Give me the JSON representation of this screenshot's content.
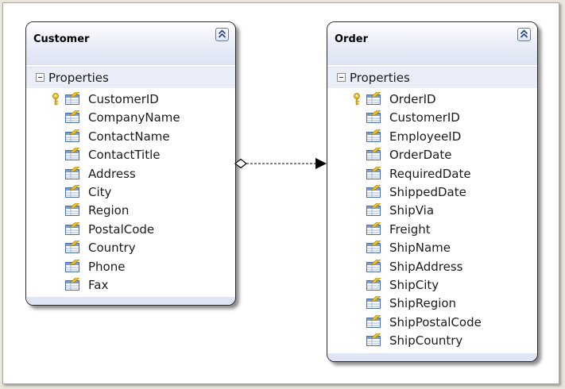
{
  "colors": {
    "header_gradient_end": "#dde3f3",
    "section_bg": "#eaeef8",
    "icon_yellow": "#f0c419",
    "icon_blue": "#5b7ab5"
  },
  "entities": [
    {
      "title": "Customer",
      "section": "Properties",
      "properties": [
        {
          "name": "CustomerID",
          "key": true
        },
        {
          "name": "CompanyName",
          "key": false
        },
        {
          "name": "ContactName",
          "key": false
        },
        {
          "name": "ContactTitle",
          "key": false
        },
        {
          "name": "Address",
          "key": false
        },
        {
          "name": "City",
          "key": false
        },
        {
          "name": "Region",
          "key": false
        },
        {
          "name": "PostalCode",
          "key": false
        },
        {
          "name": "Country",
          "key": false
        },
        {
          "name": "Phone",
          "key": false
        },
        {
          "name": "Fax",
          "key": false
        }
      ]
    },
    {
      "title": "Order",
      "section": "Properties",
      "properties": [
        {
          "name": "OrderID",
          "key": true
        },
        {
          "name": "CustomerID",
          "key": false
        },
        {
          "name": "EmployeeID",
          "key": false
        },
        {
          "name": "OrderDate",
          "key": false
        },
        {
          "name": "RequiredDate",
          "key": false
        },
        {
          "name": "ShippedDate",
          "key": false
        },
        {
          "name": "ShipVia",
          "key": false
        },
        {
          "name": "Freight",
          "key": false
        },
        {
          "name": "ShipName",
          "key": false
        },
        {
          "name": "ShipAddress",
          "key": false
        },
        {
          "name": "ShipCity",
          "key": false
        },
        {
          "name": "ShipRegion",
          "key": false
        },
        {
          "name": "ShipPostalCode",
          "key": false
        },
        {
          "name": "ShipCountry",
          "key": false
        }
      ]
    }
  ],
  "association": {
    "from": "Customer",
    "to": "Order",
    "source_end": "diamond",
    "target_end": "arrow",
    "line_style": "dashed"
  }
}
